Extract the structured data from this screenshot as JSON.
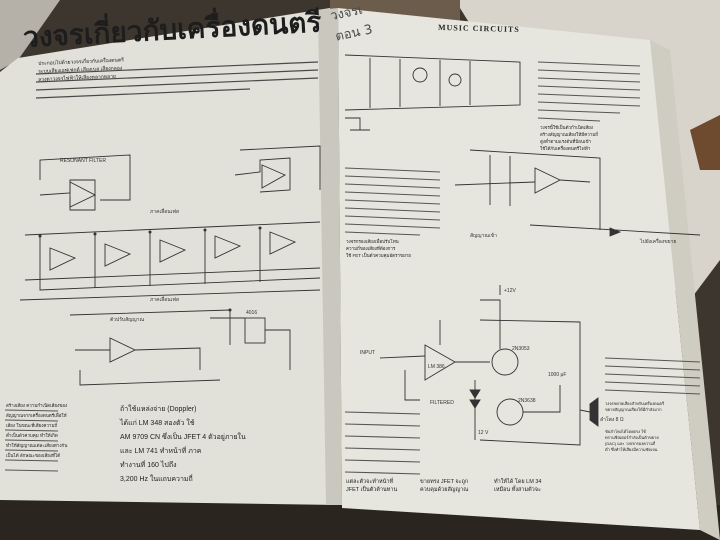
{
  "page_left": {
    "title": "วงจรเกี่ยวกับเครื่องดนตรี",
    "intro_lines": [
      "ประกอบไปด้วยวงจรเกี่ยวกับเครื่องดนตรี",
      "ระบบเสียงเอฟเฟกต์ เสียงเบส เสียงกลอง",
      "ลวงตาวงจรไฟฟ้าให้เสียงหลากหลาย"
    ],
    "schematic_labels": {
      "top_label": "RESONANT FILTER",
      "mid_label": "ภาคเลื่อนเฟส",
      "low_label": "ภาคเลื่อนเฟส",
      "bottom_label": "ตัวปรับสัญญาณ",
      "chip_label": "4016"
    },
    "body_col1": [
      "สร้างเสียง ความกำเนิดเสียงของ",
      "สัญญาณจากเครื่องดนตรีเพื่อให้",
      "เสียง ในขณะที่เสียงความถี่",
      "ต่ำเป็นตัวควบคุม ทำให้เกิด",
      "ทำให้สัญญาณแต่ละเสียงต่างกัน",
      "เป็นได้ ลักษณะของเสียงที่ได้"
    ],
    "body_col2": [
      "ถ้าใช้แหล่งจ่าย (Doppler)",
      "ได้แก่ LM 348 สองตัว ใช้",
      "AM 9709 CN ซึ่งเป็น JFET 4 ตัวอยู่ภายใน",
      "และ LM 741 ทำหน้าที่ ภาค",
      "ทำงานที่ 160 ไปถึง",
      "3,200 Hz ในแถบความถี่"
    ]
  },
  "page_right": {
    "header": "MUSIC CIRCUITS",
    "note_top": [
      "วงจรนี้ใช้เป็นตัวกำเนิดเสียง",
      "สร้างสัญญาณเสียงให้มีความถี่",
      "สูงต่ำตามแรงดันที่ป้อนเข้า",
      "ใช้ได้กับเครื่องดนตรีไฟฟ้า"
    ],
    "note_mid": [
      "วงจรกรองเสียงเพื่อปรับโทน",
      "ความถี่ของเสียงที่ต้องการ",
      "ใช้ FET เป็นตัวควบคุมอัตราขยาย"
    ],
    "mid_label": "สัญญาณเข้า",
    "mid_label2": "ไปยังเครื่องขยาย",
    "amp_labels": {
      "input": "INPUT",
      "opamp": "LM 386",
      "q1": "2N3053",
      "q2": "2N3638",
      "vcc": "+12V",
      "filtered": "FILTERED",
      "supply": "12 V",
      "speaker": "ลำโพง 8 Ω",
      "cap": "1000 μF"
    },
    "amp_note": [
      "วงจรขยายเสียงสำหรับเครื่องดนตรี",
      "ขยายสัญญาณเสียงให้มีกำลังมาก",
      "ขับลำโพงได้โดยตรง ใช้",
      "ทรานซิสเตอร์กำลังเป็นตัวขยาย",
      "(DAC) และ วงจรกรองความถี่",
      "ต่ำ ซึ่งทำให้เสียงมีความชัดเจน"
    ],
    "body_lines": [
      "แต่ละตัวจะทำหน้าที่",
      "JFET เป็นตัวต้านทาน",
      "ขายทรง JFET จะถูก",
      "ควบคุมด้วยสัญญาณ",
      "ทำให้ได้ โดย LM 34",
      "เหมือน ทั้งสามตัวจะ"
    ]
  },
  "handwriting": {
    "line1": "วงจรเ",
    "line2": "ตอน 3"
  }
}
